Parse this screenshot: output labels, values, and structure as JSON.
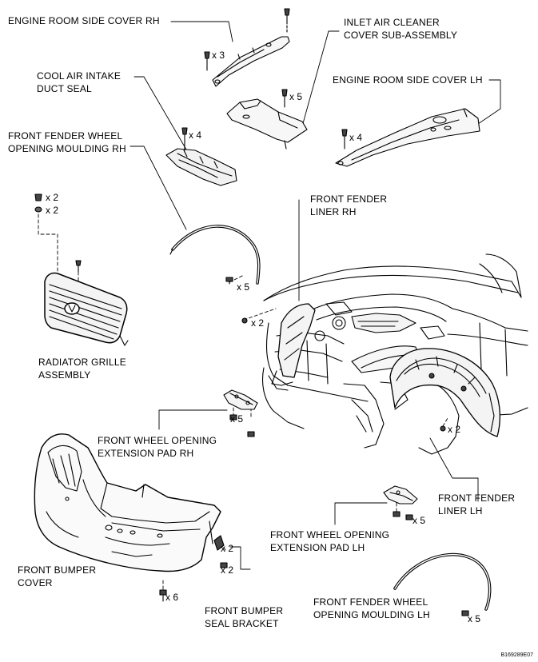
{
  "labels": {
    "engine_room_side_cover_rh": "ENGINE ROOM SIDE COVER RH",
    "inlet_air_cleaner_line1": "INLET AIR CLEANER",
    "inlet_air_cleaner_line2": "COVER SUB-ASSEMBLY",
    "cool_air_line1": "COOL AIR INTAKE",
    "cool_air_line2": "DUCT SEAL",
    "engine_room_side_cover_lh": "ENGINE ROOM SIDE COVER LH",
    "fender_moulding_rh_line1": "FRONT FENDER WHEEL",
    "fender_moulding_rh_line2": "OPENING MOULDING RH",
    "fender_liner_rh_line1": "FRONT FENDER",
    "fender_liner_rh_line2": "LINER RH",
    "radiator_grille_line1": "RADIATOR GRILLE",
    "radiator_grille_line2": "ASSEMBLY",
    "ext_pad_rh_line1": "FRONT WHEEL OPENING",
    "ext_pad_rh_line2": "EXTENSION PAD RH",
    "fender_liner_lh_line1": "FRONT FENDER",
    "fender_liner_lh_line2": "LINER LH",
    "ext_pad_lh_line1": "FRONT WHEEL OPENING",
    "ext_pad_lh_line2": "EXTENSION PAD LH",
    "bumper_cover_line1": "FRONT BUMPER",
    "bumper_cover_line2": "COVER",
    "bumper_bracket_line1": "FRONT BUMPER",
    "bumper_bracket_line2": "SEAL BRACKET",
    "fender_moulding_lh_line1": "FRONT FENDER WHEEL",
    "fender_moulding_lh_line2": "OPENING MOULDING LH"
  },
  "quantities": {
    "side_cover_rh_clips": "x 3",
    "inlet_cover_clips": "x 5",
    "side_cover_lh_clips": "x 4",
    "duct_seal_clips": "x 4",
    "grille_clip_a": "x 2",
    "grille_clip_b": "x 2",
    "moulding_rh_clips": "x 5",
    "liner_rh_screws": "x 2",
    "ext_pad_rh_clips": "x 5",
    "liner_lh_screws": "x 2",
    "ext_pad_lh_clips": "x 5",
    "bracket_clip_a": "x 2",
    "bracket_clip_b": "x 2",
    "bumper_bolts": "x 6",
    "moulding_lh_clips": "x 5"
  },
  "drawing_code": "B169289E07"
}
